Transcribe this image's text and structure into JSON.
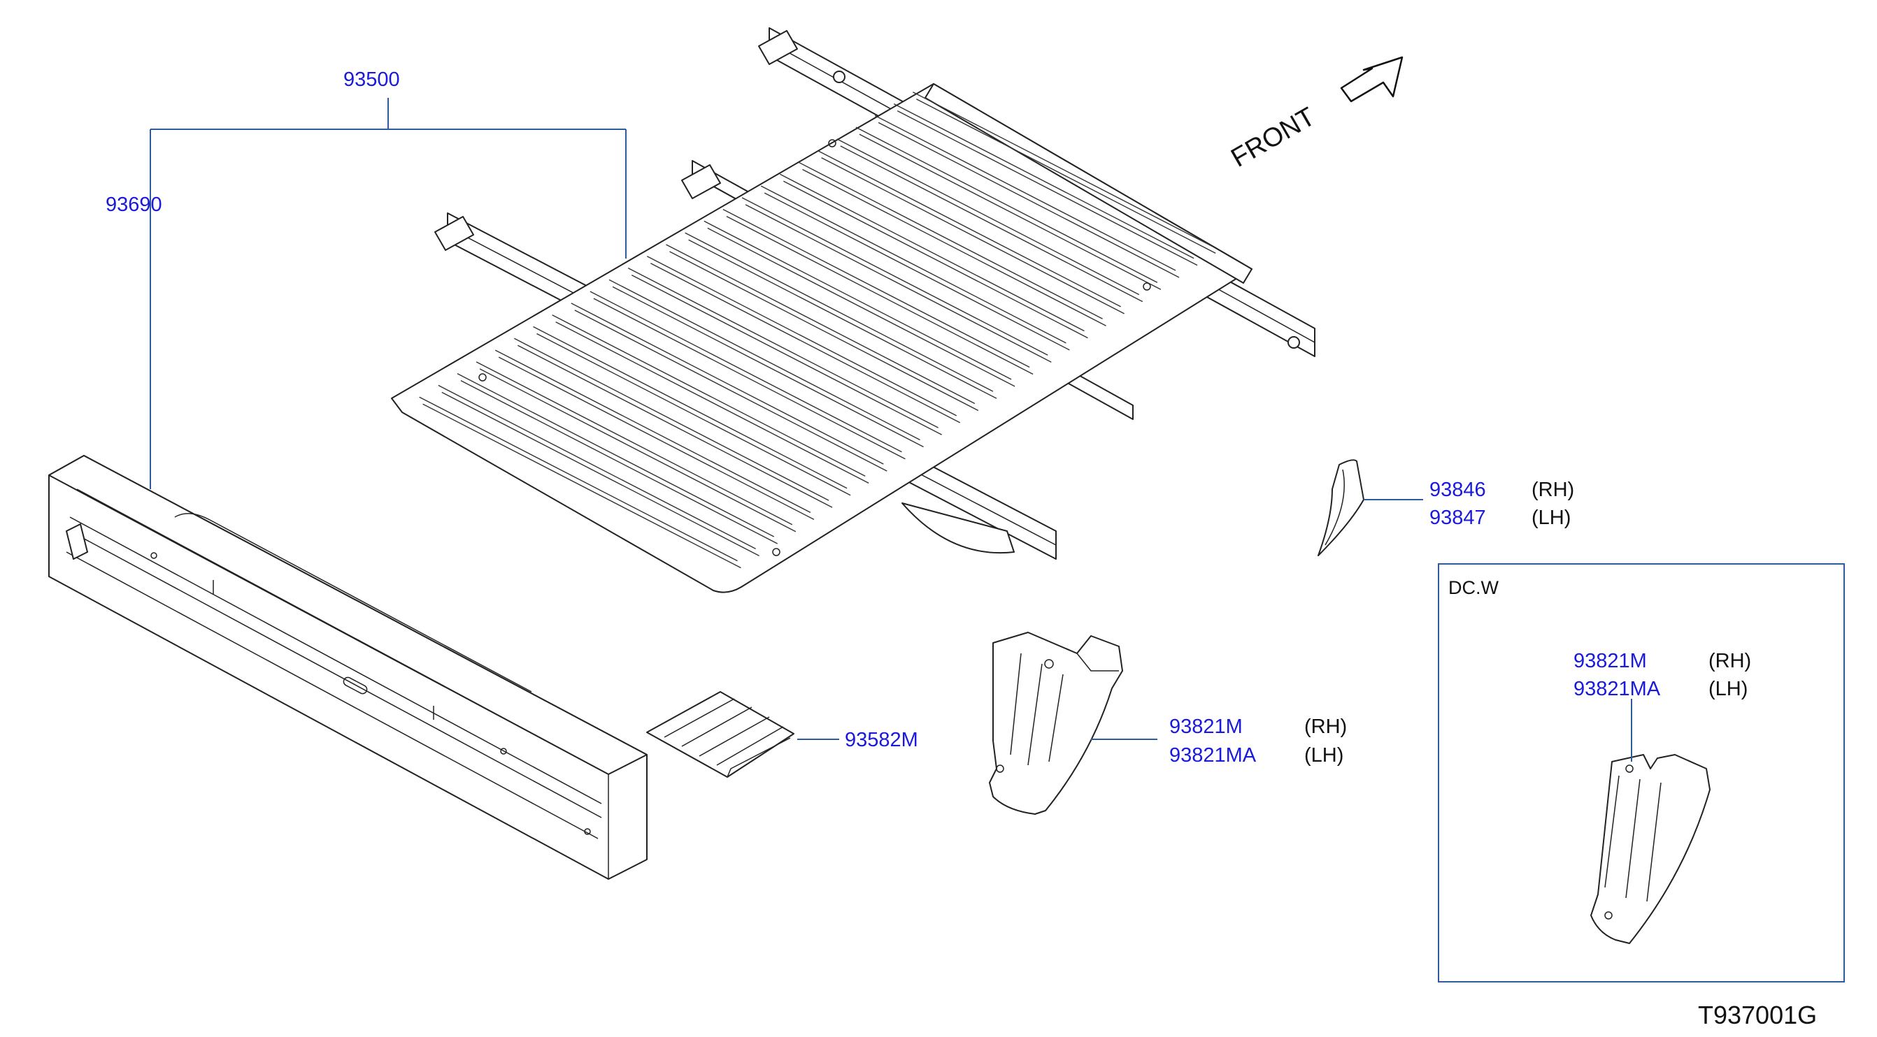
{
  "colors": {
    "part_number": "#1a1adc",
    "leader_line": "#2e5aa0",
    "text": "#111111",
    "line_art": "#222222"
  },
  "parts": {
    "p93500": "93500",
    "p93690": "93690",
    "p93582m": "93582M",
    "p93846": "93846",
    "p93847": "93847",
    "p93821m": "93821M",
    "p93821ma": "93821MA"
  },
  "sides": {
    "rh": "(RH)",
    "lh": "(LH)"
  },
  "front_label": "FRONT",
  "inset": {
    "title": "DC.W",
    "p93821m": "93821M",
    "p93821ma": "93821MA"
  },
  "diagram_id": "T937001G"
}
